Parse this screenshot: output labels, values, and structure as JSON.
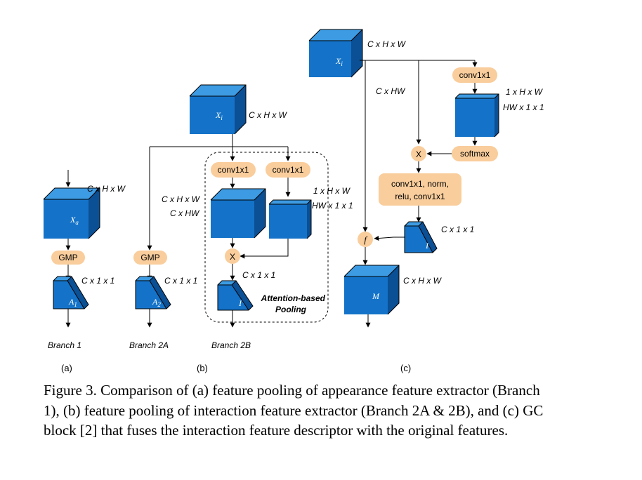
{
  "colors": {
    "cube_front": "#1473c8",
    "cube_top": "#3d9be3",
    "cube_side": "#0b4f94",
    "op_fill": "#f9cd9c"
  },
  "panel_a": {
    "dims_in": "C x H x W",
    "cube_sym": "X",
    "cube_sub": "a",
    "pool_op": "GMP",
    "dims_out": "C x 1 x 1",
    "out_sym": "A",
    "out_sub": "1",
    "branch": "Branch 1",
    "label": "(a)"
  },
  "panel_b": {
    "dims_in": "C x H x W",
    "cube_sym": "X",
    "cube_sub": "i",
    "gmp_op": "GMP",
    "dims_2a": "C x 1 x 1",
    "a2_sym": "A",
    "a2_sub": "2",
    "branch_2a": "Branch 2A",
    "conv_left": "conv1x1",
    "conv_right": "conv1x1",
    "dims_left_1": "C x H x W",
    "dims_left_2": "C x HW",
    "dims_right_1": "1 x H x W",
    "dims_right_2": "HW x 1 x 1",
    "mult": "X",
    "dims_out": "C x 1 x 1",
    "out_sym": "I",
    "attention_1": "Attention-based",
    "attention_2": "Pooling",
    "branch_2b": "Branch 2B",
    "label": "(b)"
  },
  "panel_c": {
    "dims_in": "C x H x W",
    "cube_sym": "X",
    "cube_sub": "i",
    "dims_chw": "C x HW",
    "conv_top": "conv1x1",
    "dims_k1": "1 x H x W",
    "dims_k2": "HW x 1 x 1",
    "softmax": "softmax",
    "mult": "X",
    "transform_1": "conv1x1, norm,",
    "transform_2": "relu, conv1x1",
    "dims_i": "C x 1 x 1",
    "i_sym": "I",
    "fuse": "f",
    "m_sym": "M",
    "dims_m": "C x H x W",
    "label": "(c)"
  },
  "caption": "Figure 3. Comparison of (a) feature pooling of appearance feature extractor (Branch 1), (b) feature pooling of interaction feature extractor (Branch 2A & 2B), and (c) GC block [2] that fuses the interaction feature descriptor with the original features."
}
